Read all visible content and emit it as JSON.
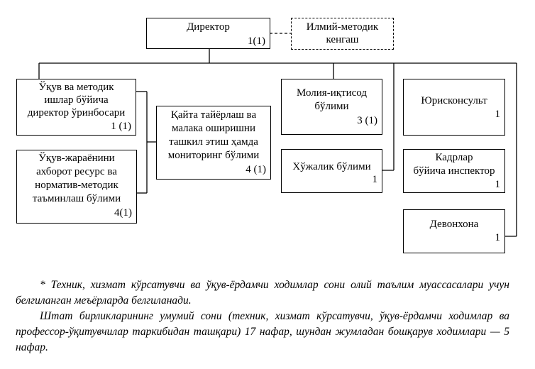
{
  "director": {
    "title": "Директор",
    "count": "1(1)"
  },
  "council": {
    "line1": "Илмий-методик",
    "line2": "кенгаш"
  },
  "deputy": {
    "line1": "Ўқув ва методик",
    "line2": "ишлар бўйича",
    "line3": "директор ўринбосари",
    "count": "1 (1)"
  },
  "records": {
    "line1": "Ўқув-жараёнини",
    "line2": "ахборот ресурс ва",
    "line3": "норматив-методик",
    "line4": "таъминлаш бўлими",
    "count": "4(1)"
  },
  "retraining": {
    "line1": "Қайта тайёрлаш ва",
    "line2": "малака оширишни",
    "line3": "ташкил этиш ҳамда",
    "line4": "мониторинг бўлими",
    "count": "4 (1)"
  },
  "finance": {
    "line1": "Молия-иқтисод",
    "line2": "бўлими",
    "count": "3 (1)"
  },
  "household": {
    "title": "Хўжалик бўлими",
    "count": "1"
  },
  "legal": {
    "title": "Юрисконсульт",
    "count": "1"
  },
  "hr": {
    "line1": "Кадрлар",
    "line2": "бўйича инспектор",
    "count": "1"
  },
  "office": {
    "title": "Девонхона",
    "count": "1"
  },
  "notes": {
    "note1": "* Техник, хизмат кўрсатувчи ва ўқув-ёрдамчи ходимлар сони олий таълим муассасалари учун белгиланган меъёрларда белгиланади.",
    "note2": "Штат бирликларининг умумий сони (техник, хизмат кўрсатувчи, ўқув-ёрдамчи ходимлар ва профессор-ўқитувчилар таркибидан ташқари) 17 нафар, шундан жумладан бошқарув ходимлари — 5 нафар."
  }
}
